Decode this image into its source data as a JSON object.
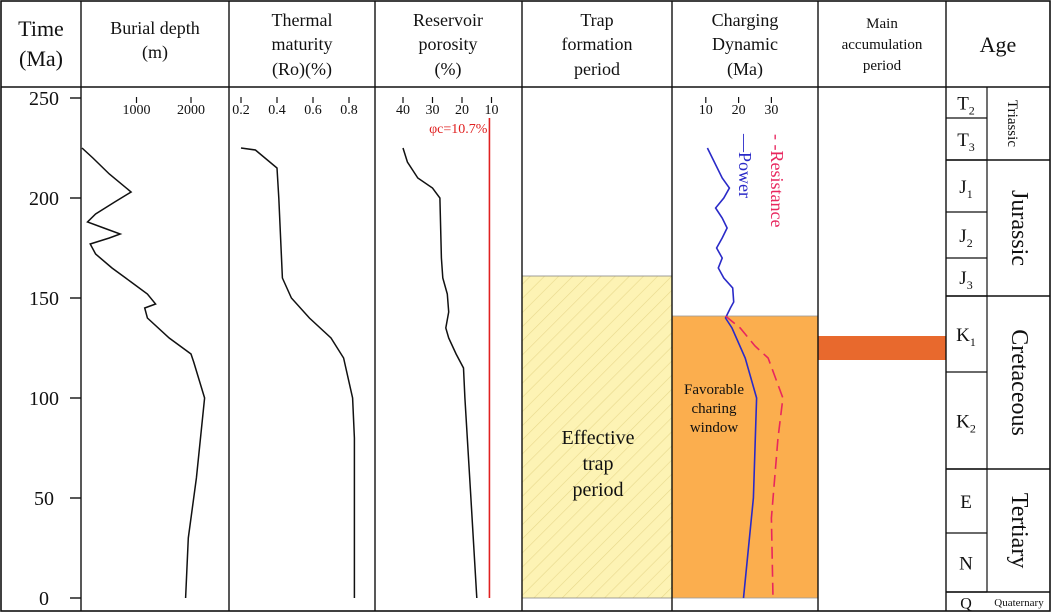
{
  "headers": {
    "time": [
      "Time",
      "(Ma)"
    ],
    "burial": [
      "Burial depth",
      "(m)"
    ],
    "maturity": [
      "Thermal",
      "maturity",
      "(Ro)(%)"
    ],
    "porosity": [
      "Reservoir",
      "porosity",
      "(%)"
    ],
    "trap": [
      "Trap",
      "formation",
      "period"
    ],
    "charging": [
      "Charging",
      "Dynamic",
      "(Ma)"
    ],
    "accum": [
      "Main",
      "accumulation",
      "period"
    ],
    "age": [
      "Age"
    ]
  },
  "time_ticks": [
    "250",
    "200",
    "150",
    "100",
    "50",
    "0"
  ],
  "burial_ticks": [
    "1000",
    "2000"
  ],
  "maturity_ticks": [
    "0.2",
    "0.4",
    "0.6",
    "0.8"
  ],
  "porosity_ticks": [
    "40",
    "30",
    "20",
    "10"
  ],
  "charging_ticks": [
    "10",
    "20",
    "30"
  ],
  "phi_label": "φc=10.7%",
  "legend": {
    "power": "—Power",
    "resistance": "- -Resistance"
  },
  "labels": {
    "effective_trap": [
      "Effective",
      "trap",
      "period"
    ],
    "favorable": [
      "Favorable",
      "charing",
      "window"
    ]
  },
  "periods": [
    {
      "key": "triassic",
      "label": "Triassic"
    },
    {
      "key": "jurassic",
      "label": "Jurassic"
    },
    {
      "key": "cretaceous",
      "label": "Cretaceous"
    },
    {
      "key": "tertiary",
      "label": "Tertiary"
    },
    {
      "key": "quaternary",
      "label": "Quaternary"
    }
  ],
  "epochs": [
    {
      "key": "t2",
      "label": "T",
      "sub": "2"
    },
    {
      "key": "t3",
      "label": "T",
      "sub": "3"
    },
    {
      "key": "j1",
      "label": "J",
      "sub": "1"
    },
    {
      "key": "j2",
      "label": "J",
      "sub": "2"
    },
    {
      "key": "j3",
      "label": "J",
      "sub": "3"
    },
    {
      "key": "k1",
      "label": "K",
      "sub": "1"
    },
    {
      "key": "k2",
      "label": "K",
      "sub": "2"
    },
    {
      "key": "e",
      "label": "E",
      "sub": ""
    },
    {
      "key": "n",
      "label": "N",
      "sub": ""
    },
    {
      "key": "q",
      "label": "Q",
      "sub": ""
    }
  ],
  "colors": {
    "trap_fill": "#fdf3b4",
    "trap_hatch": "#e8d98c",
    "window_fill": "#fbae4e",
    "accum_bar": "#e8692d",
    "power": "#2a2ac8",
    "resistance": "#e8265e",
    "phi_line": "#e02020"
  },
  "intervals": {
    "trap_ma": [
      161,
      0
    ],
    "window_ma": [
      141,
      0
    ],
    "main_accum_ma": [
      131,
      119
    ]
  },
  "series": {
    "burial": {
      "ma": [
        225,
        220,
        212,
        203,
        198,
        192,
        188,
        185,
        182,
        180,
        177,
        172,
        165,
        158,
        152,
        147,
        145,
        140,
        130,
        122,
        118,
        100,
        60,
        30,
        0
      ],
      "depth_m": [
        0,
        200,
        500,
        900,
        600,
        250,
        100,
        400,
        700,
        500,
        150,
        250,
        550,
        900,
        1200,
        1350,
        1150,
        1200,
        1600,
        2000,
        2050,
        2250,
        2100,
        1950,
        1900
      ]
    },
    "maturity": {
      "ma": [
        225,
        224,
        215,
        200,
        180,
        160,
        150,
        140,
        130,
        120,
        100,
        80,
        40,
        0
      ],
      "ro": [
        0.2,
        0.28,
        0.4,
        0.41,
        0.42,
        0.43,
        0.48,
        0.58,
        0.7,
        0.77,
        0.82,
        0.83,
        0.83,
        0.83
      ]
    },
    "porosity": {
      "ma": [
        225,
        218,
        210,
        205,
        200,
        170,
        160,
        152,
        143,
        135,
        130,
        122,
        115,
        100,
        50,
        0
      ],
      "phi": [
        40,
        38.5,
        35,
        30,
        27.5,
        27,
        26.5,
        25,
        24.5,
        25.5,
        24.5,
        22,
        19.5,
        19,
        17,
        15
      ]
    },
    "phi_c": 10.7,
    "power": {
      "ma": [
        225,
        210,
        205,
        200,
        195,
        190,
        185,
        180,
        175,
        170,
        165,
        160,
        155,
        148,
        145,
        140,
        135,
        120,
        100,
        50,
        0
      ],
      "v": [
        10.5,
        15,
        17.2,
        15.5,
        13,
        15,
        16.5,
        15,
        13.3,
        15,
        13.8,
        15.5,
        18.2,
        18.5,
        17.5,
        16,
        18,
        22,
        25.5,
        24.5,
        21.5
      ]
    },
    "resistance": {
      "ma": [
        141,
        135,
        126,
        120,
        100,
        80,
        40,
        0
      ],
      "v": [
        16,
        20.5,
        25,
        29,
        33.5,
        32,
        30,
        30.5
      ]
    }
  }
}
